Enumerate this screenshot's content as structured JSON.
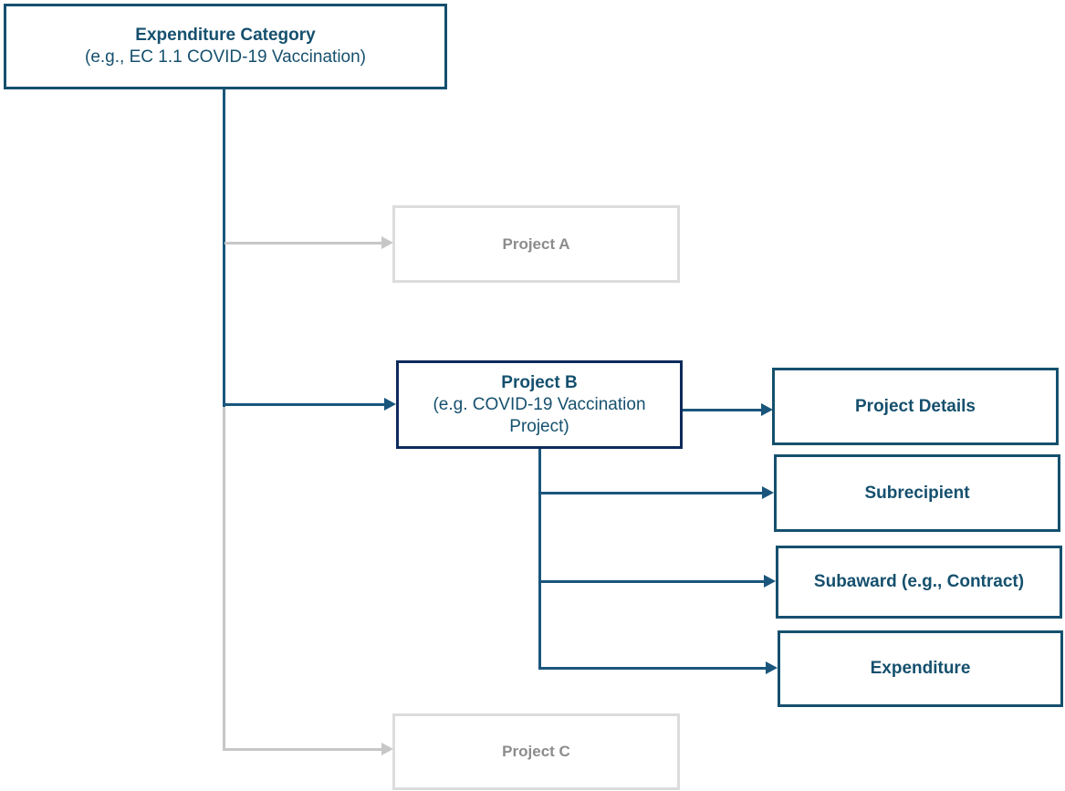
{
  "diagram": {
    "description": "Hierarchy flowchart from Expenditure Category to Projects and project sub-records",
    "colors": {
      "teal_border": "#15506E",
      "navy_border": "#0E2A5C",
      "teal_text": "#15506E",
      "line_dark": "#1A567C",
      "gray_border": "#DCDCDC",
      "gray_text": "#8C8C8C",
      "line_gray": "#C7C7C7",
      "background": "#FFFFFF"
    },
    "nodes": {
      "expenditure_category": {
        "title": "Expenditure Category",
        "subtitle": "(e.g., EC 1.1 COVID-19 Vaccination)",
        "state": "active"
      },
      "project_a": {
        "title": "Project A",
        "state": "inactive"
      },
      "project_b": {
        "title": "Project B",
        "subtitle": "(e.g. COVID-19 Vaccination Project)",
        "state": "selected"
      },
      "project_c": {
        "title": "Project C",
        "state": "inactive"
      },
      "project_details": {
        "title": "Project Details",
        "state": "active"
      },
      "subrecipient": {
        "title": "Subrecipient",
        "state": "active"
      },
      "subaward": {
        "title": "Subaward (e.g., Contract)",
        "state": "active"
      },
      "expenditure": {
        "title": "Expenditure",
        "state": "active"
      }
    },
    "edges": [
      {
        "from": "expenditure_category",
        "to": "project_a",
        "style": "gray"
      },
      {
        "from": "expenditure_category",
        "to": "project_b",
        "style": "dark"
      },
      {
        "from": "expenditure_category",
        "to": "project_c",
        "style": "gray"
      },
      {
        "from": "project_b",
        "to": "project_details",
        "style": "dark"
      },
      {
        "from": "project_b",
        "to": "subrecipient",
        "style": "dark"
      },
      {
        "from": "project_b",
        "to": "subaward",
        "style": "dark"
      },
      {
        "from": "project_b",
        "to": "expenditure",
        "style": "dark"
      }
    ]
  }
}
